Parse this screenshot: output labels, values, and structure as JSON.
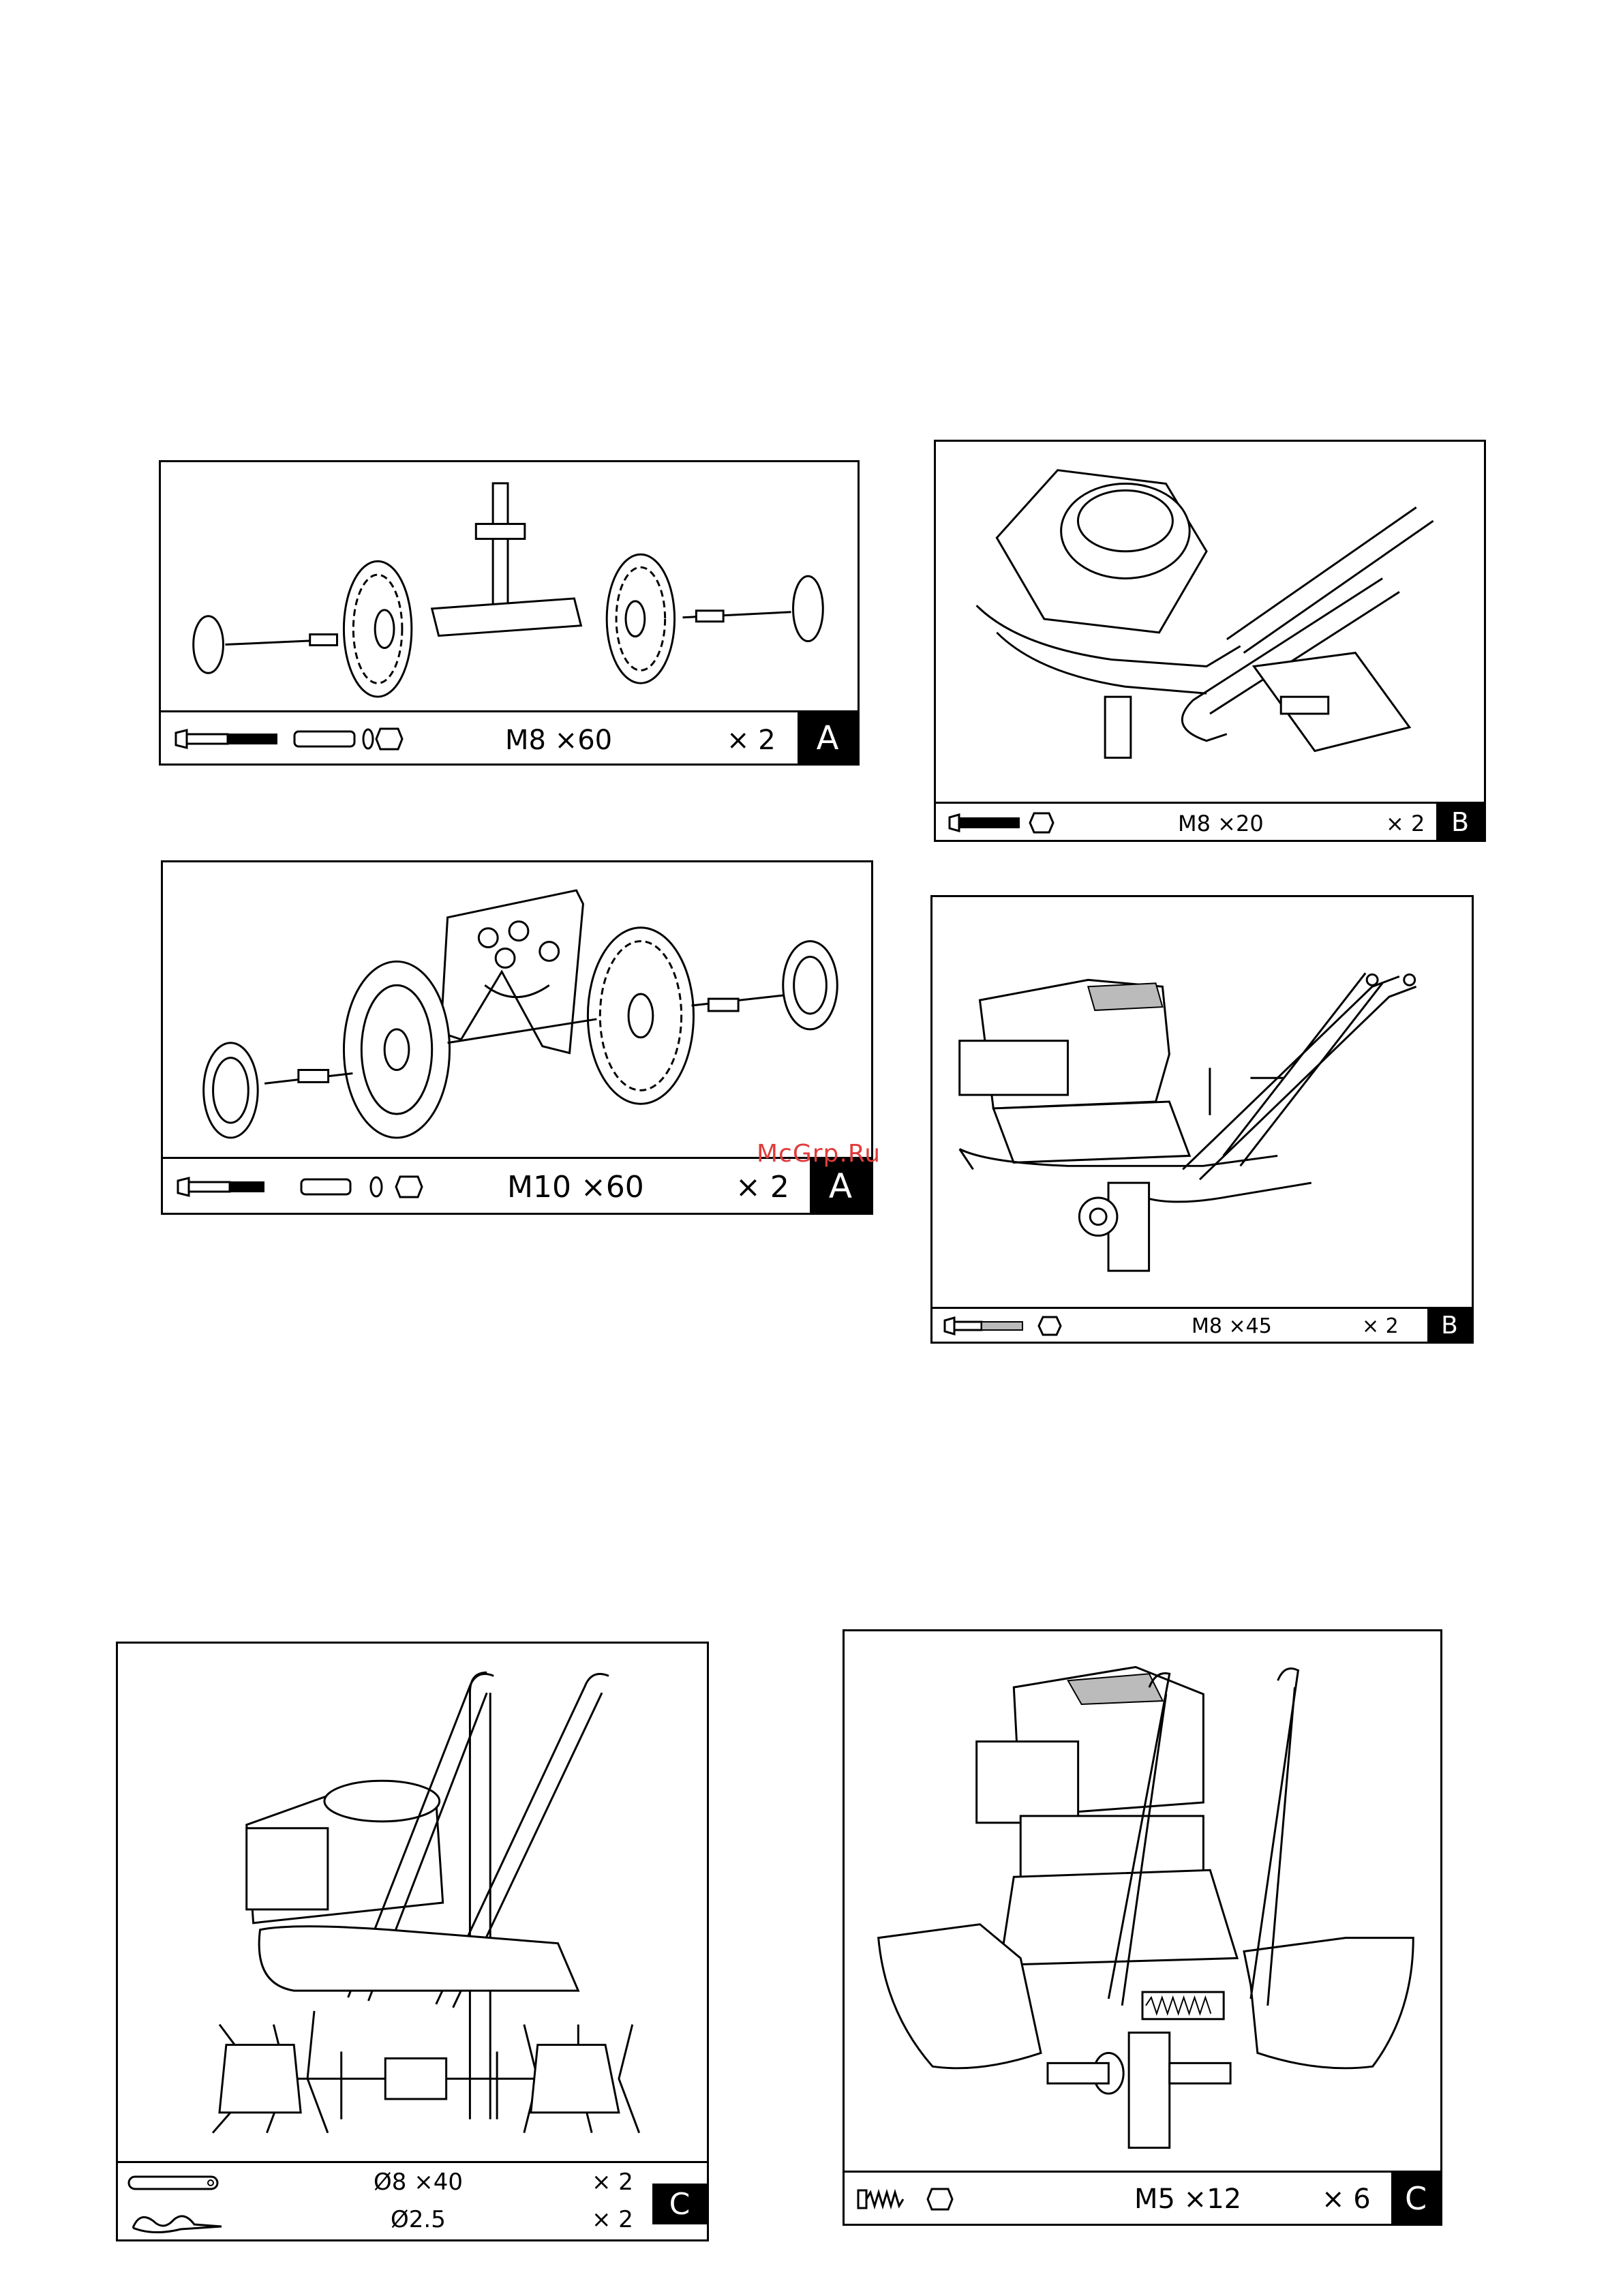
{
  "watermark": "McGrp.Ru",
  "panels": {
    "a1": {
      "spec": "M8 ×60",
      "qty": "× 2",
      "badge": "A",
      "parts_icons": [
        "bolt-icon",
        "spacer-tube-icon",
        "washer-icon",
        "nut-icon"
      ]
    },
    "a2": {
      "spec": "M10 ×60",
      "qty": "× 2",
      "badge": "A",
      "parts_icons": [
        "bolt-icon",
        "spacer-tube-icon",
        "washer-icon",
        "nut-icon"
      ]
    },
    "b1": {
      "spec": "M8 ×20",
      "qty": "× 2",
      "badge": "B",
      "parts_icons": [
        "bolt-icon",
        "nut-icon"
      ]
    },
    "b2": {
      "spec": "M8 ×45",
      "qty": "× 2",
      "badge": "B",
      "parts_icons": [
        "bolt-icon",
        "nut-icon"
      ]
    },
    "c1": {
      "badge": "C",
      "rows": [
        {
          "spec": "Ø8 ×40",
          "qty": "× 2",
          "icon": "clevis-pin-icon"
        },
        {
          "spec": "Ø2.5",
          "qty": "× 2",
          "icon": "hair-pin-clip-icon"
        }
      ]
    },
    "c2": {
      "spec": "M5 ×12",
      "qty": "× 6",
      "badge": "C",
      "parts_icons": [
        "bolt-icon",
        "nut-icon"
      ]
    }
  }
}
